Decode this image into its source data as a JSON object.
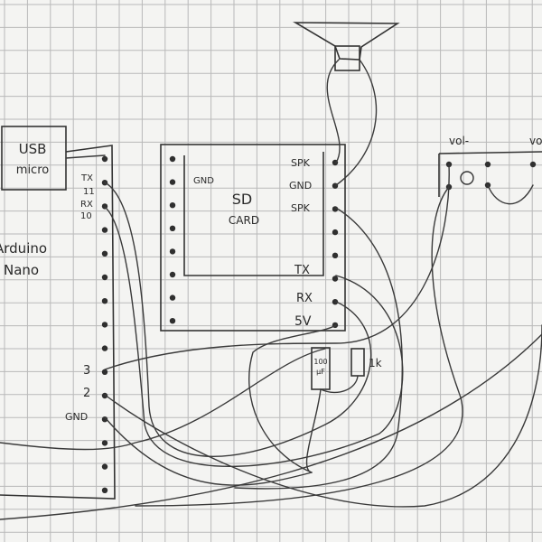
{
  "usb": {
    "line1": "USB",
    "line2": "micro"
  },
  "arduino": {
    "line1": "Arduino",
    "line2": "Nano"
  },
  "arduino_pins": {
    "tx": "TX",
    "tx_num": "11",
    "rx": "RX",
    "rx_num": "10",
    "d3": "3",
    "d2": "2",
    "gnd": "GND"
  },
  "sd_card": {
    "line1": "SD",
    "line2": "CARD",
    "gnd": "GND",
    "spk1": "SPK",
    "gnd2": "GND",
    "spk2": "SPK",
    "tx": "TX",
    "rx": "RX",
    "v5": "5V"
  },
  "capacitor": {
    "line1": "100",
    "line2": "μF"
  },
  "resistor": {
    "label": "1k"
  },
  "volume": {
    "minus": "vol-",
    "plus": "vol+"
  }
}
